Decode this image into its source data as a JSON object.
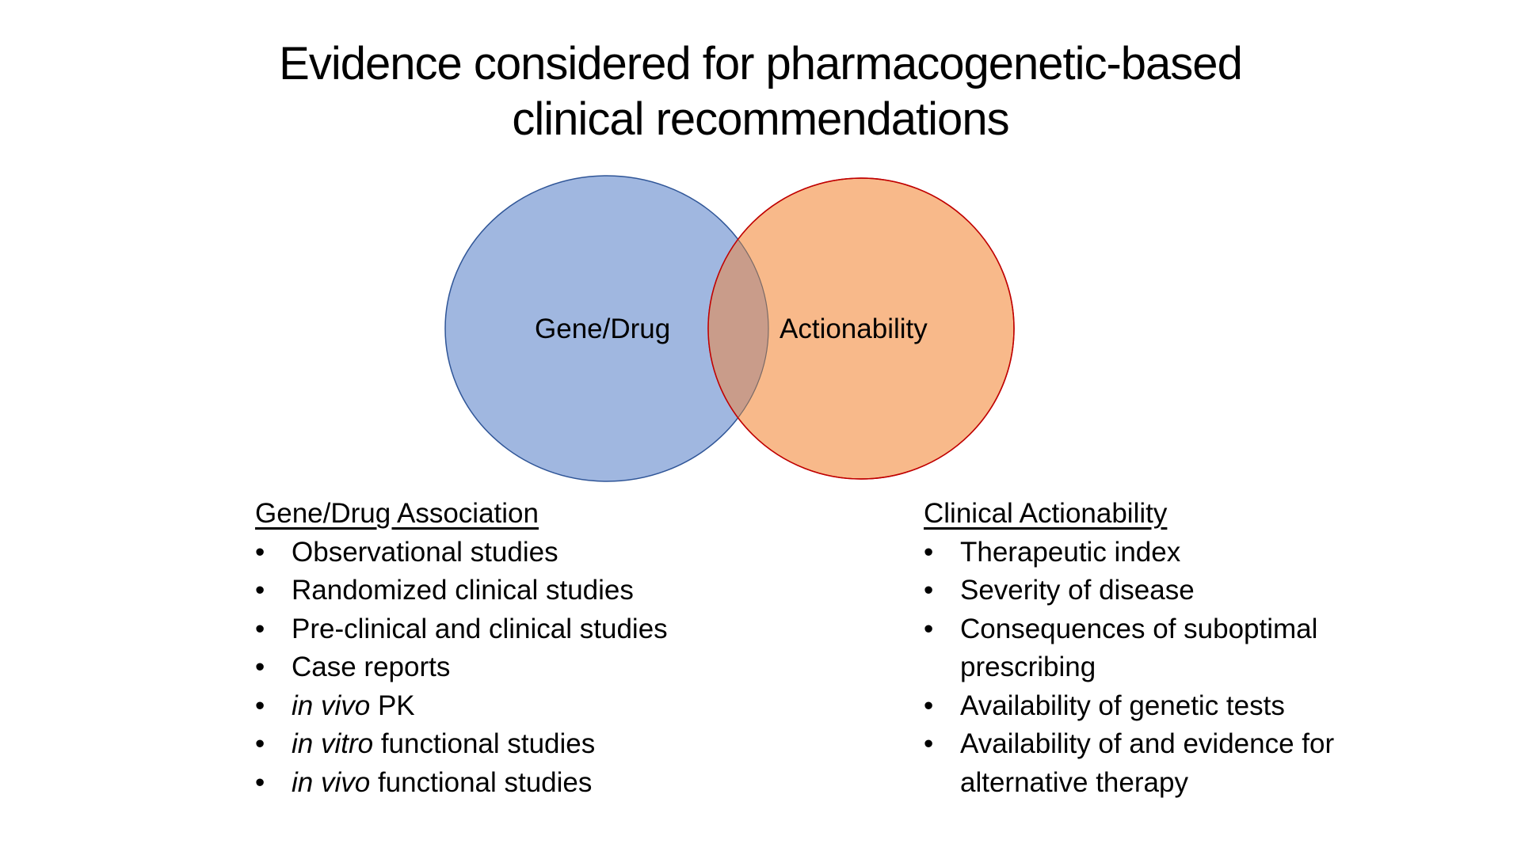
{
  "slide": {
    "title_line1": "Evidence considered for pharmacogenetic-based",
    "title_line2": "clinical recommendations"
  },
  "venn": {
    "left": {
      "label": "Gene/Drug",
      "fill": "#a0b7e0",
      "stroke": "#2f5597"
    },
    "right": {
      "label": "Actionability",
      "fill": "#f8b98a",
      "stroke": "#c00000"
    },
    "overlap_fill": "#c99c8a"
  },
  "gene_drug": {
    "heading": "Gene/Drug Association",
    "bullet": "•",
    "items": [
      {
        "italic": "",
        "text": "Observational studies"
      },
      {
        "italic": "",
        "text": "Randomized clinical studies"
      },
      {
        "italic": "",
        "text": "Pre-clinical and clinical studies"
      },
      {
        "italic": "",
        "text": "Case reports"
      },
      {
        "italic": "in vivo",
        "text": " PK"
      },
      {
        "italic": "in vitro",
        "text": " functional studies"
      },
      {
        "italic": "in vivo",
        "text": " functional studies"
      }
    ]
  },
  "clinical": {
    "heading": "Clinical Actionability",
    "bullet": "•",
    "items": [
      {
        "text": "Therapeutic index"
      },
      {
        "text": "Severity of disease"
      },
      {
        "text": "Consequences of suboptimal prescribing"
      },
      {
        "text": "Availability of genetic tests"
      },
      {
        "text": "Availability of and evidence for alternative therapy"
      }
    ]
  }
}
